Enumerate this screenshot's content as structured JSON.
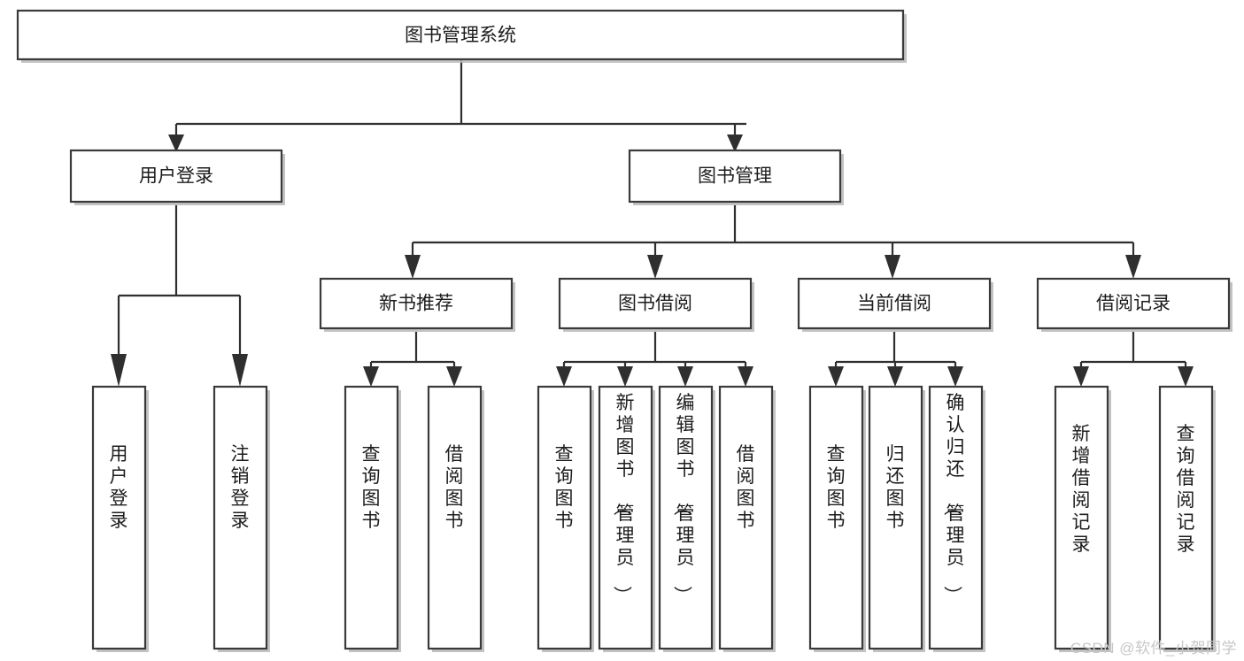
{
  "diagram": {
    "type": "hierarchy-tree",
    "title": "图书管理系统",
    "watermark": "CSDN @软件_小贺同学",
    "colors": {
      "box_fill": "#ffffff",
      "box_stroke": "#3a3a3a",
      "connector": "#2f2f2f",
      "text": "#1c1c1c",
      "watermark": "#c7c7c7"
    },
    "levels": {
      "root_label": "图书管理系统",
      "level2": [
        {
          "label": "用户登录"
        },
        {
          "label": "图书管理"
        }
      ],
      "level3": [
        {
          "label": "新书推荐"
        },
        {
          "label": "图书借阅"
        },
        {
          "label": "当前借阅"
        },
        {
          "label": "借阅记录"
        }
      ],
      "leaves": [
        {
          "label": "用户登录"
        },
        {
          "label": "注销登录"
        },
        {
          "label": "查询图书"
        },
        {
          "label": "借阅图书"
        },
        {
          "label": "查询图书"
        },
        {
          "label": "新增图书（管理员）"
        },
        {
          "label": "编辑图书（管理员）"
        },
        {
          "label": "借阅图书"
        },
        {
          "label": "查询图书"
        },
        {
          "label": "归还图书"
        },
        {
          "label": "确认归还（管理员）"
        },
        {
          "label": "新增借阅记录"
        },
        {
          "label": "查询借阅记录"
        }
      ]
    },
    "tree": {
      "name": "图书管理系统",
      "children": [
        {
          "name": "用户登录",
          "children": [
            {
              "name": "用户登录"
            },
            {
              "name": "注销登录"
            }
          ]
        },
        {
          "name": "图书管理",
          "children": [
            {
              "name": "新书推荐",
              "children": [
                {
                  "name": "查询图书"
                },
                {
                  "name": "借阅图书"
                }
              ]
            },
            {
              "name": "图书借阅",
              "children": [
                {
                  "name": "查询图书"
                },
                {
                  "name": "新增图书（管理员）"
                },
                {
                  "name": "编辑图书（管理员）"
                },
                {
                  "name": "借阅图书"
                }
              ]
            },
            {
              "name": "当前借阅",
              "children": [
                {
                  "name": "查询图书"
                },
                {
                  "name": "归还图书"
                },
                {
                  "name": "确认归还（管理员）"
                }
              ]
            },
            {
              "name": "借阅记录",
              "children": [
                {
                  "name": "新增借阅记录"
                },
                {
                  "name": "查询借阅记录"
                }
              ]
            }
          ]
        }
      ]
    }
  }
}
